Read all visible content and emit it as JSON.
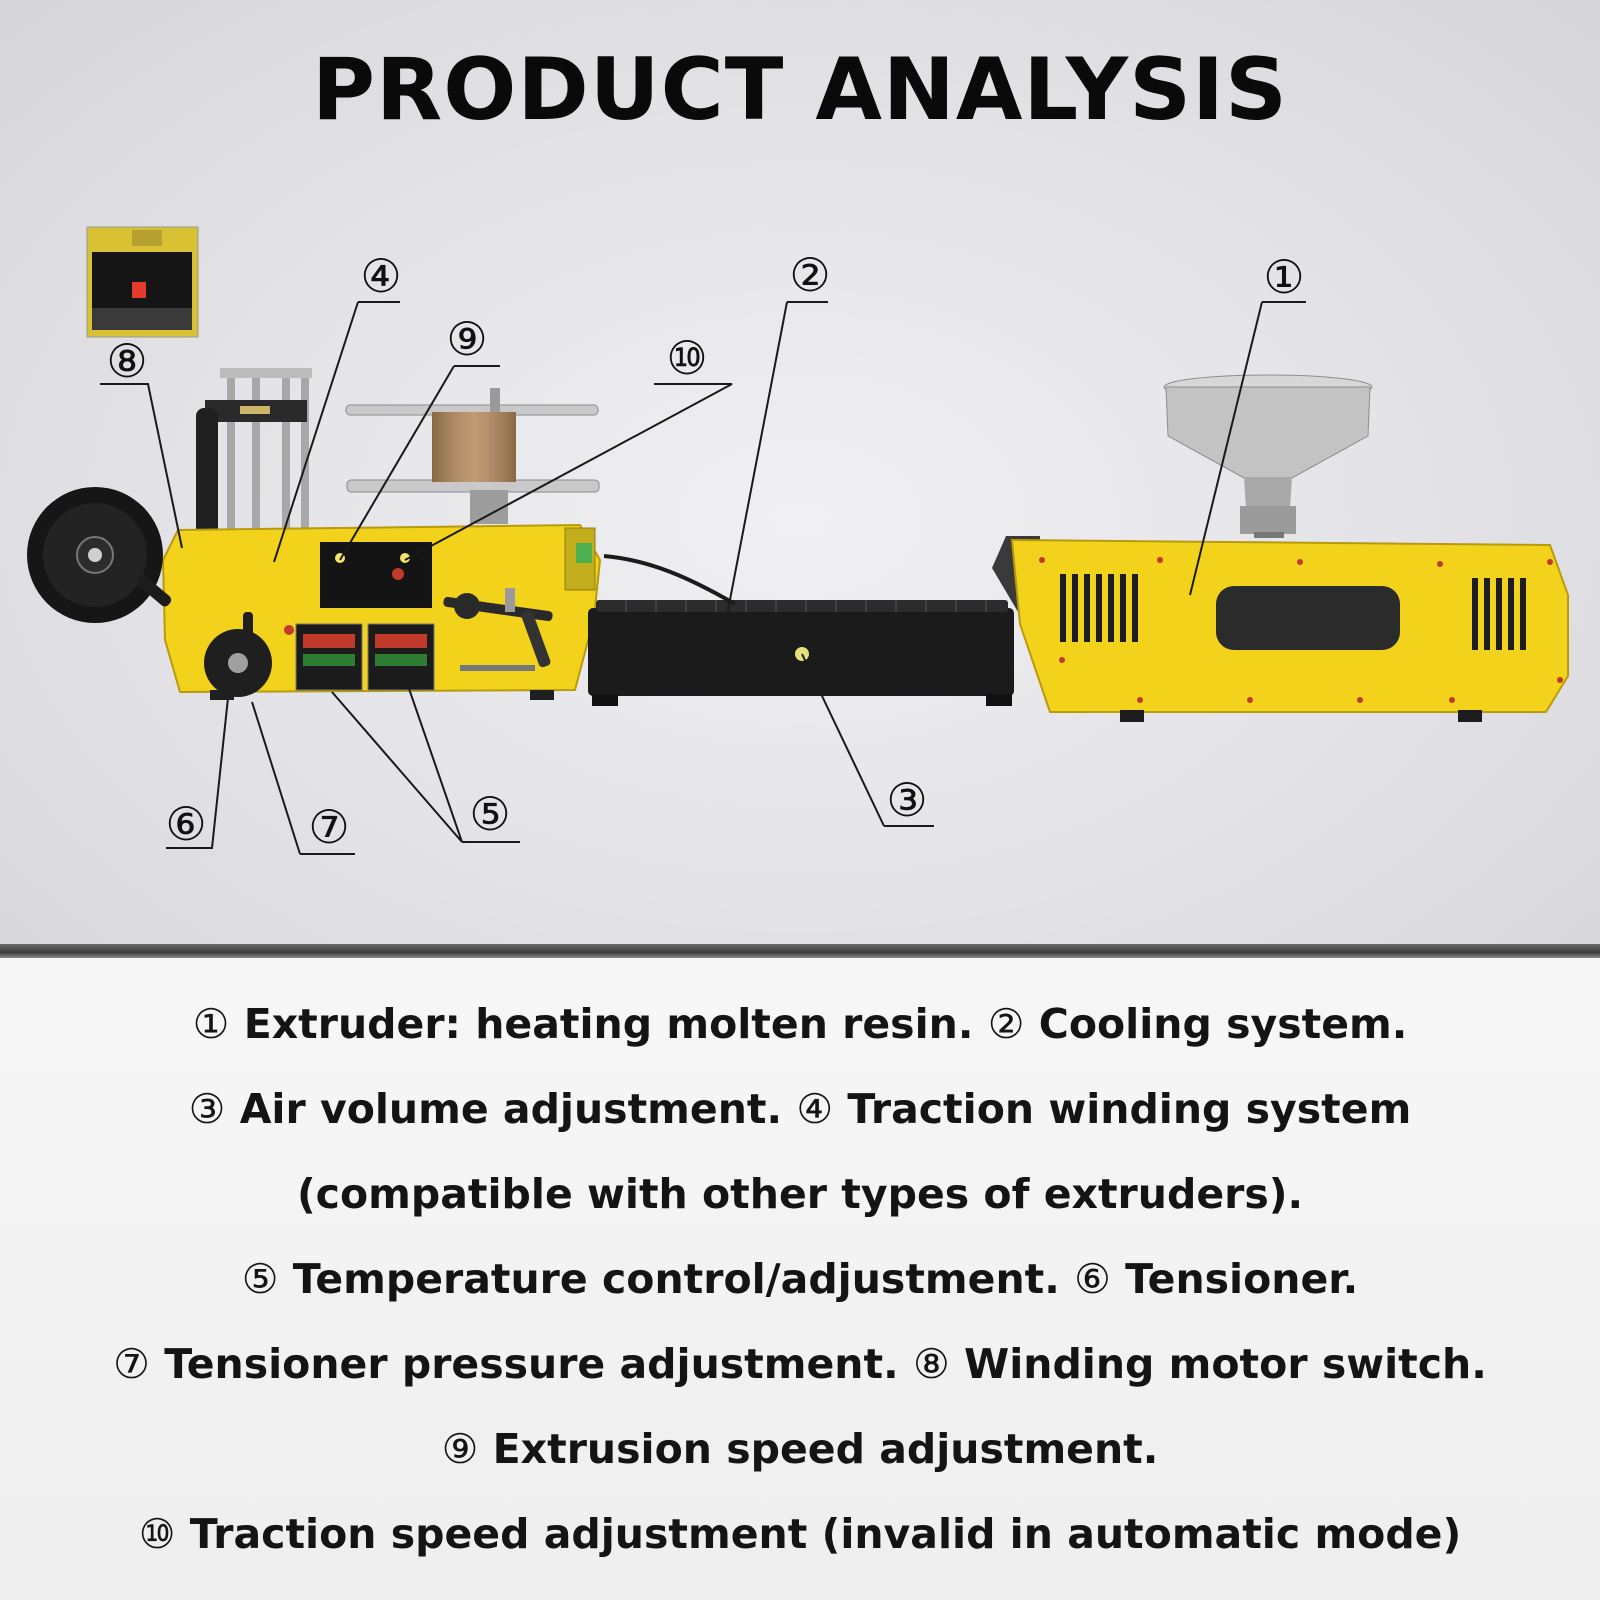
{
  "header": {
    "title": "PRODUCT ANALYSIS"
  },
  "callouts": [
    {
      "id": "c1",
      "label": "①"
    },
    {
      "id": "c2",
      "label": "②"
    },
    {
      "id": "c3",
      "label": "③"
    },
    {
      "id": "c4",
      "label": "④"
    },
    {
      "id": "c5",
      "label": "⑤"
    },
    {
      "id": "c6",
      "label": "⑥"
    },
    {
      "id": "c7",
      "label": "⑦"
    },
    {
      "id": "c8",
      "label": "⑧"
    },
    {
      "id": "c9",
      "label": "⑨"
    },
    {
      "id": "c10",
      "label": "⑩"
    }
  ],
  "description": {
    "lines": [
      [
        {
          "num": "①",
          "text": " Extruder: heating molten resin. "
        },
        {
          "num": "②",
          "text": " Cooling system."
        }
      ],
      [
        {
          "num": "③",
          "text": " Air volume adjustment. "
        },
        {
          "num": "④",
          "text": " Traction winding system"
        }
      ],
      [
        {
          "num": "",
          "text": "(compatible with other types of extruders)."
        }
      ],
      [
        {
          "num": "⑤",
          "text": " Temperature control/adjustment. "
        },
        {
          "num": "⑥",
          "text": " Tensioner."
        }
      ],
      [
        {
          "num": "⑦",
          "text": " Tensioner pressure adjustment. "
        },
        {
          "num": "⑧",
          "text": " Winding motor switch."
        }
      ],
      [
        {
          "num": "⑨",
          "text": " Extrusion speed adjustment."
        }
      ],
      [
        {
          "num": "⑩",
          "text": " Traction speed adjustment (invalid in automatic mode)"
        }
      ]
    ]
  },
  "colors": {
    "machine_yellow": "#f2d21b",
    "machine_black": "#1c1c1c",
    "steel": "#b9b9b9",
    "leader_line": "#1a1a1a"
  }
}
